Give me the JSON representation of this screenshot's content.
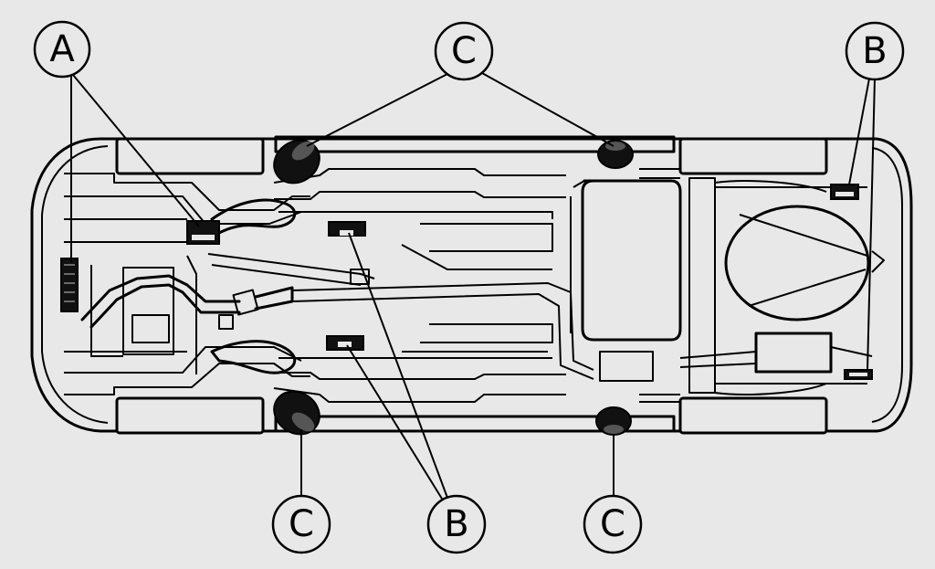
{
  "callouts": {
    "a_top_left": "A",
    "b_top_right": "B",
    "b_bottom": "B",
    "c_top": "C",
    "c_bottom_left": "C",
    "c_bottom_right": "C"
  }
}
